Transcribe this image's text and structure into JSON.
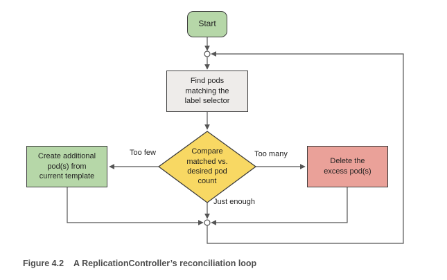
{
  "figure": {
    "caption_label": "Figure 4.2",
    "caption_text": "A ReplicationController’s reconciliation loop"
  },
  "nodes": {
    "start": {
      "label": "Start"
    },
    "find_pods": {
      "label": "Find pods\nmatching the\nlabel selector"
    },
    "decision": {
      "label": "Compare\nmatched vs.\ndesired pod\ncount"
    },
    "create_pods": {
      "label": "Create additional\npod(s) from\ncurrent template"
    },
    "delete_pods": {
      "label": "Delete the\nexcess pod(s)"
    }
  },
  "edges": {
    "too_few": {
      "label": "Too few"
    },
    "too_many": {
      "label": "Too many"
    },
    "just_enough": {
      "label": "Just enough"
    }
  },
  "colors": {
    "green_fill": "#b6d7a8",
    "yellow_fill": "#f8d863",
    "red_fill": "#eaa199",
    "gray_fill": "#eeecea",
    "border_color": "#3c3c3c",
    "line_color": "#555555",
    "text_color": "#1f1f1f",
    "caption_color": "#4d4d4d",
    "bg_color": "#ffffff"
  }
}
